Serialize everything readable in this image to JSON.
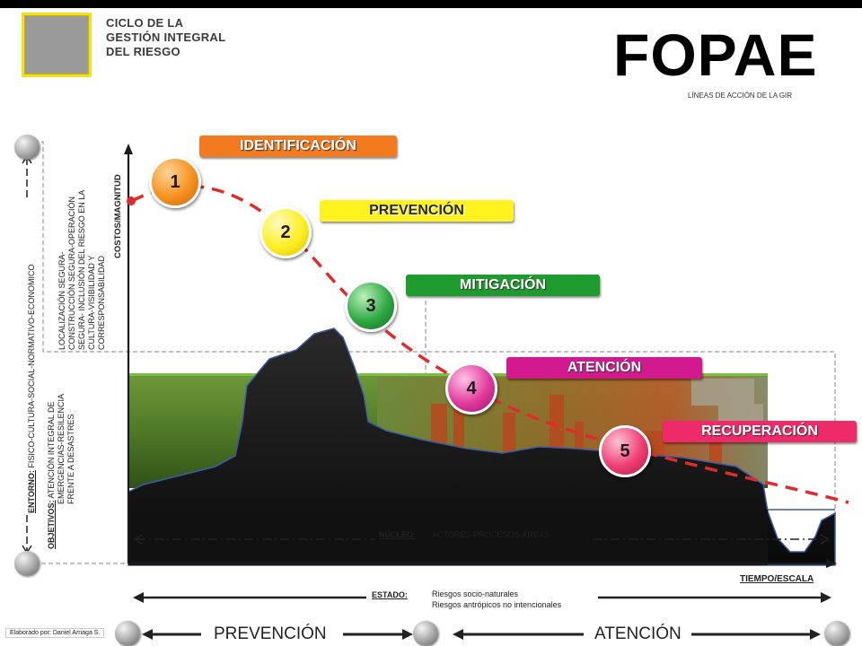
{
  "header": {
    "title_lines": [
      "CICLO DE LA",
      "GESTIÓN INTEGRAL",
      "DEL RIESGO"
    ],
    "brand": "FOPAE",
    "brand_subtitle": "LÍNEAS DE ACCIÓN DE LA GIR"
  },
  "left_panel": {
    "entorno_label": "ENTORNO:",
    "entorno_text": " FISICO-CULTURA-SOCIAL-NORMATIVO-ECONOMICO",
    "objetivos_lines": [
      "LOCALIZACIÓN SEGURA-",
      "CONSTRUCCIÓN SEGURA-OPERACIÓN",
      "SEGURA- INCLUSIÓN DEL RIESGO EN LA",
      "CULTURA-VISIBILIDAD Y",
      "CORRESPONSABILIDAD"
    ],
    "objetivos_label": "OBJETIVOS:",
    "objetivos2_lines": [
      " ATENCIÓN INTEGRAL DE",
      "EMERGENCIAS-RESILENCIA",
      "FRENTE A DESASTRES"
    ]
  },
  "axes": {
    "y_label": "COSTOS/MAGNITUD",
    "x_label": "TIEMPO/ESCALA"
  },
  "stages": [
    {
      "number": "1",
      "label": "IDENTIFICACIÓN",
      "color": "#f47a20",
      "ball": "#f6921e"
    },
    {
      "number": "2",
      "label": "PREVENCIÓN",
      "color": "#fff21f",
      "ball": "#ffee22"
    },
    {
      "number": "3",
      "label": "MITIGACIÓN",
      "color": "#1f9a2f",
      "ball": "#2fa844"
    },
    {
      "number": "4",
      "label": "ATENCIÓN",
      "color": "#d21a8e",
      "ball": "#e03a9c"
    },
    {
      "number": "5",
      "label": "RECUPERACIÓN",
      "color": "#ee2a6a",
      "ball": "#ef3d74"
    }
  ],
  "nucleo": {
    "label": "NÚCLEO:",
    "text": "ACTORES-PROCESOS-ÁREAS"
  },
  "estado": {
    "label": "ESTADO:",
    "lines": [
      "Riesgos socio-naturales",
      "Riesgos antrópicos no intencionales"
    ]
  },
  "footer": {
    "credit": "Elaborado por: Daniel Arriaga S.",
    "left_phase": "PREVENCIÓN",
    "right_phase": "ATENCIÓN"
  },
  "colors": {
    "curve": "#e12a2a",
    "terrain": "#1c1c1c",
    "dashed_box": "#9a9a9a"
  }
}
